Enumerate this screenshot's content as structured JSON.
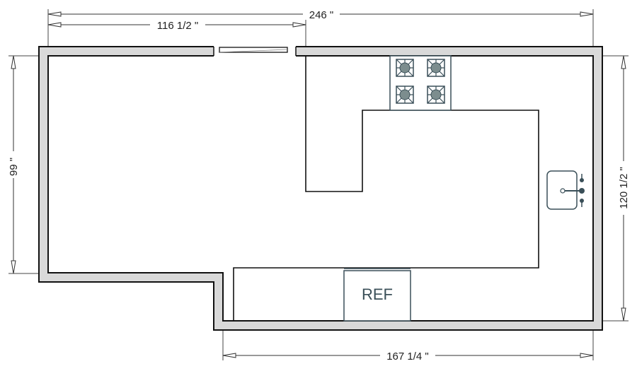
{
  "dimensions": {
    "top_overall": "246 \"",
    "top_partial": "116 1/2 \"",
    "left_side": "99 \"",
    "right_side": "120 1/2 \"",
    "bottom": "167 1/4 \""
  },
  "appliances": {
    "refrigerator_label": "REF"
  },
  "icons": {
    "burner": "burner-icon",
    "sink": "sink-icon",
    "door": "door-icon"
  },
  "colors": {
    "wall_fill": "#d9d9d9",
    "appliance_stroke": "#3a4f58"
  }
}
